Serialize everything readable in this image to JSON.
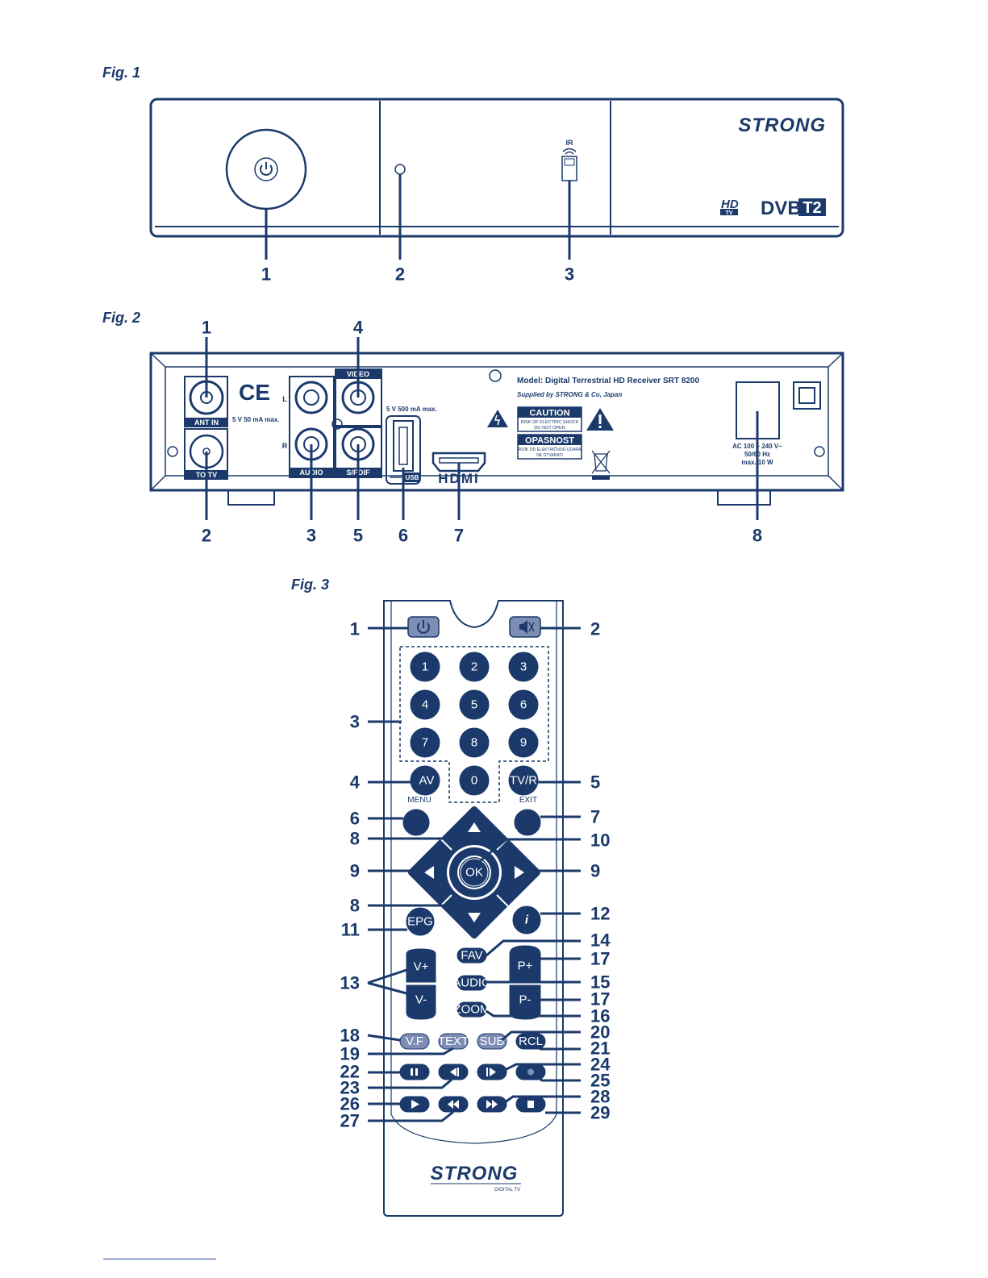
{
  "colors": {
    "navy": "#1b3a6b",
    "grey_blue": "#7d8db3",
    "white": "#ffffff"
  },
  "fig1": {
    "label": "Fig. 1",
    "brand": "STRONG",
    "ir_label": "IR",
    "logos": {
      "hd": "HD",
      "tv": "TV",
      "dvb": "DVB",
      "t2": "T2"
    },
    "callouts": [
      "1",
      "2",
      "3"
    ]
  },
  "fig2": {
    "label": "Fig. 2",
    "port_labels": {
      "ant_in": "ANT IN",
      "to_tv": "TO TV",
      "video": "VIDEO",
      "audio": "AUDIO",
      "spdif": "S/PDIF",
      "usb": "USB",
      "hdmi": "HDMI",
      "left": "L",
      "right": "R"
    },
    "ant_spec": "5 V 50 mA max.",
    "usb_spec": "5 V 500 mA max.",
    "ce": "CE",
    "model": "Model: Digital Terrestrial HD Receiver SRT 8200",
    "supplier": "Supplied by STRONG & Co, Japan",
    "caution_title": "CAUTION",
    "caution_l1": "RISK OF ELECTRIC SHOCK",
    "caution_l2": "DO NOT OPEN",
    "opasnost_title": "OPASNOST",
    "opasnost_l1": "RIZIK OD ELEKTRIČNOG UDARA",
    "opasnost_l2": "NE OTVARATI",
    "power_l1": "AC 100 ~ 240 V~",
    "power_l2": "50/60 Hz",
    "power_l3": "max. 10 W",
    "callouts_top": [
      "1",
      "4"
    ],
    "callouts_bottom": [
      "2",
      "3",
      "5",
      "6",
      "7",
      "8"
    ]
  },
  "fig3": {
    "label": "Fig. 3",
    "keys": {
      "n1": "1",
      "n2": "2",
      "n3": "3",
      "n4": "4",
      "n5": "5",
      "n6": "6",
      "n7": "7",
      "n8": "8",
      "n9": "9",
      "n0": "0",
      "av": "AV",
      "tvr": "TV/R",
      "menu": "MENU",
      "exit": "EXIT",
      "ok": "OK",
      "epg": "EPG",
      "info": "i",
      "vplus": "V+",
      "vminus": "V-",
      "fav": "FAV",
      "audio": "AUDIO",
      "zoom": "ZOOM",
      "pplus": "P+",
      "pminus": "P-",
      "vf": "V.F",
      "text": "TEXT",
      "sub": "SUB",
      "rcl": "RCL"
    },
    "brand": "STRONG",
    "brand_sub": "DIGITAL TV",
    "callouts": {
      "c1": "1",
      "c2": "2",
      "c3": "3",
      "c4": "4",
      "c5": "5",
      "c6": "6",
      "c7": "7",
      "c8a": "8",
      "c8b": "8",
      "c9a": "9",
      "c9b": "9",
      "c10": "10",
      "c11": "11",
      "c12": "12",
      "c13": "13",
      "c14": "14",
      "c15": "15",
      "c16": "16",
      "c17a": "17",
      "c17b": "17",
      "c18": "18",
      "c19": "19",
      "c20": "20",
      "c21": "21",
      "c22": "22",
      "c23": "23",
      "c24": "24",
      "c25": "25",
      "c26": "26",
      "c27": "27",
      "c28": "28",
      "c29": "29"
    }
  }
}
